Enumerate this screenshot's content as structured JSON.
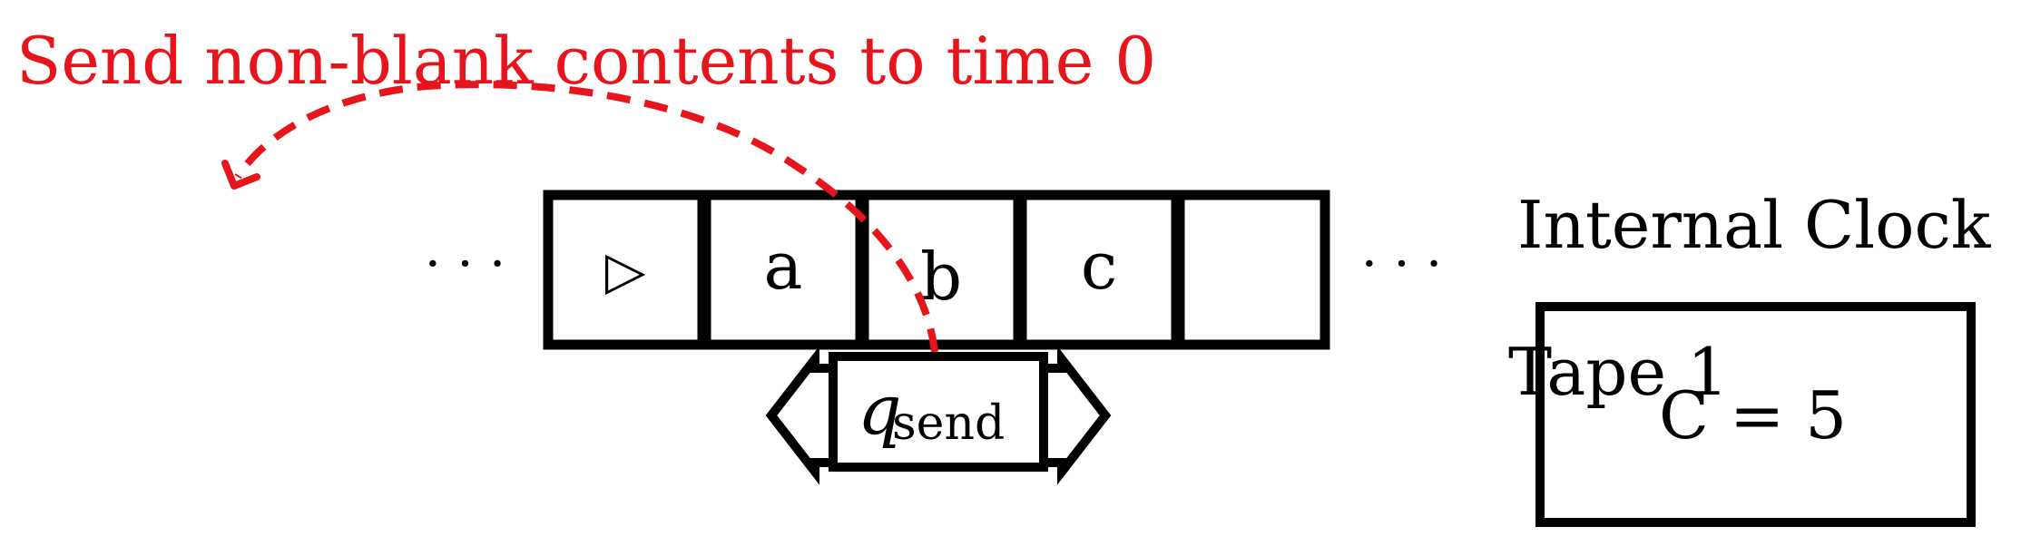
{
  "annotation": {
    "text": "Send non-blank contents to time 0",
    "color": "#e8141b"
  },
  "tape": {
    "left_ellipsis": "· · ·",
    "right_ellipsis": "· · ·",
    "cells": [
      "▷",
      "a",
      "b",
      "c",
      ""
    ],
    "label": "Tape 1"
  },
  "head": {
    "state_symbol": "q",
    "state_subscript": "send"
  },
  "clock": {
    "title": "Internal Clock",
    "value": "C = 5"
  },
  "colors": {
    "ink": "#000000",
    "accent": "#e8141b"
  }
}
